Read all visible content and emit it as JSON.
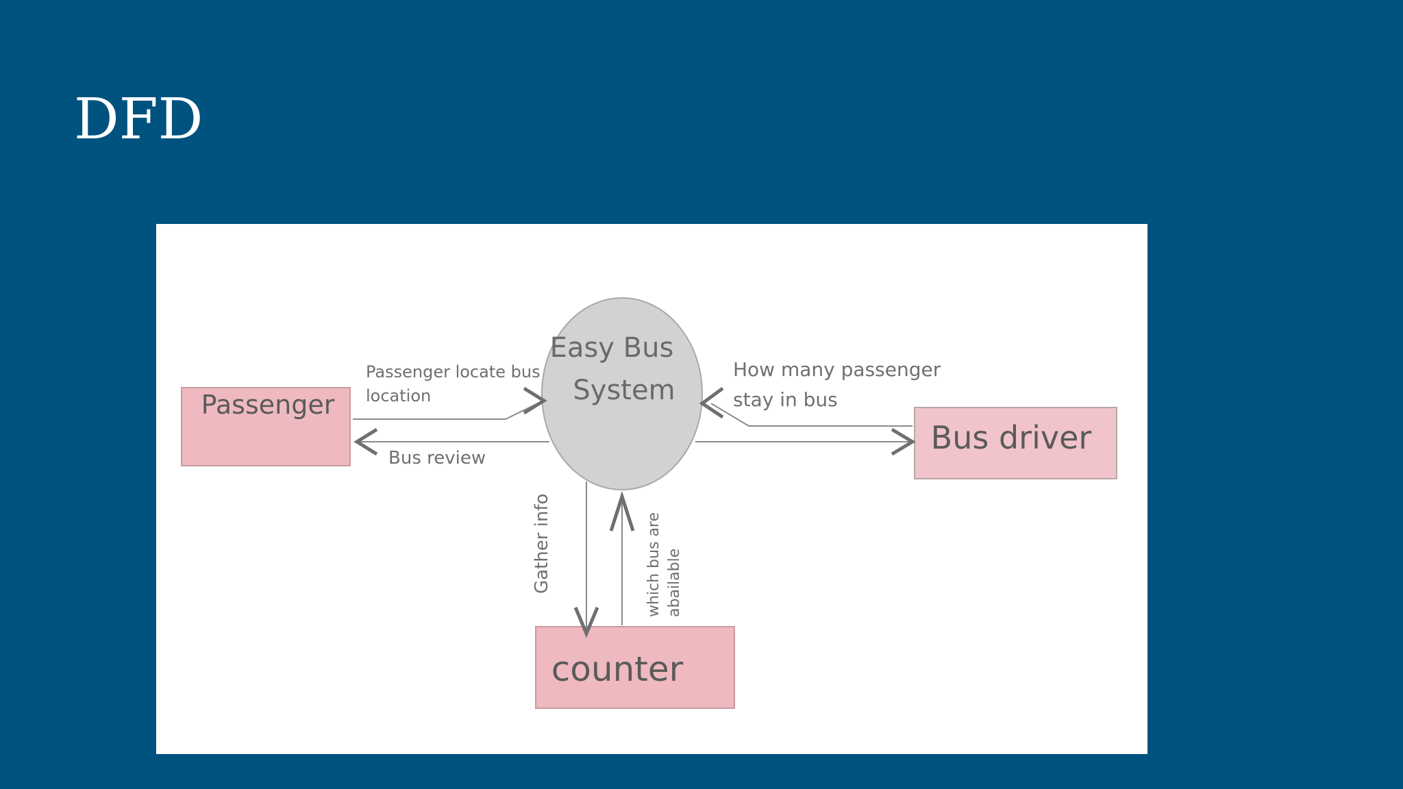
{
  "slide": {
    "title": "DFD"
  },
  "diagram": {
    "process": {
      "line1": "Easy Bus",
      "line2": "System"
    },
    "entities": {
      "passenger": "Passenger",
      "bus_driver": "Bus driver",
      "counter": "counter"
    },
    "flows": {
      "passenger_locate_line1": "Passenger locate bus",
      "passenger_locate_line2": "location",
      "bus_review": "Bus review",
      "how_many_line1": "How many passenger",
      "how_many_line2": "stay in bus",
      "gather_info": "Gather info",
      "which_bus_line1": "which bus are",
      "which_bus_line2": "abailable"
    },
    "colors": {
      "entity_fill": "#efb9c0",
      "entity_stroke": "#c99aa1",
      "process_fill": "#d3d1d2",
      "process_stroke": "#a9a7a8",
      "arrow": "#6f6f6f"
    }
  }
}
